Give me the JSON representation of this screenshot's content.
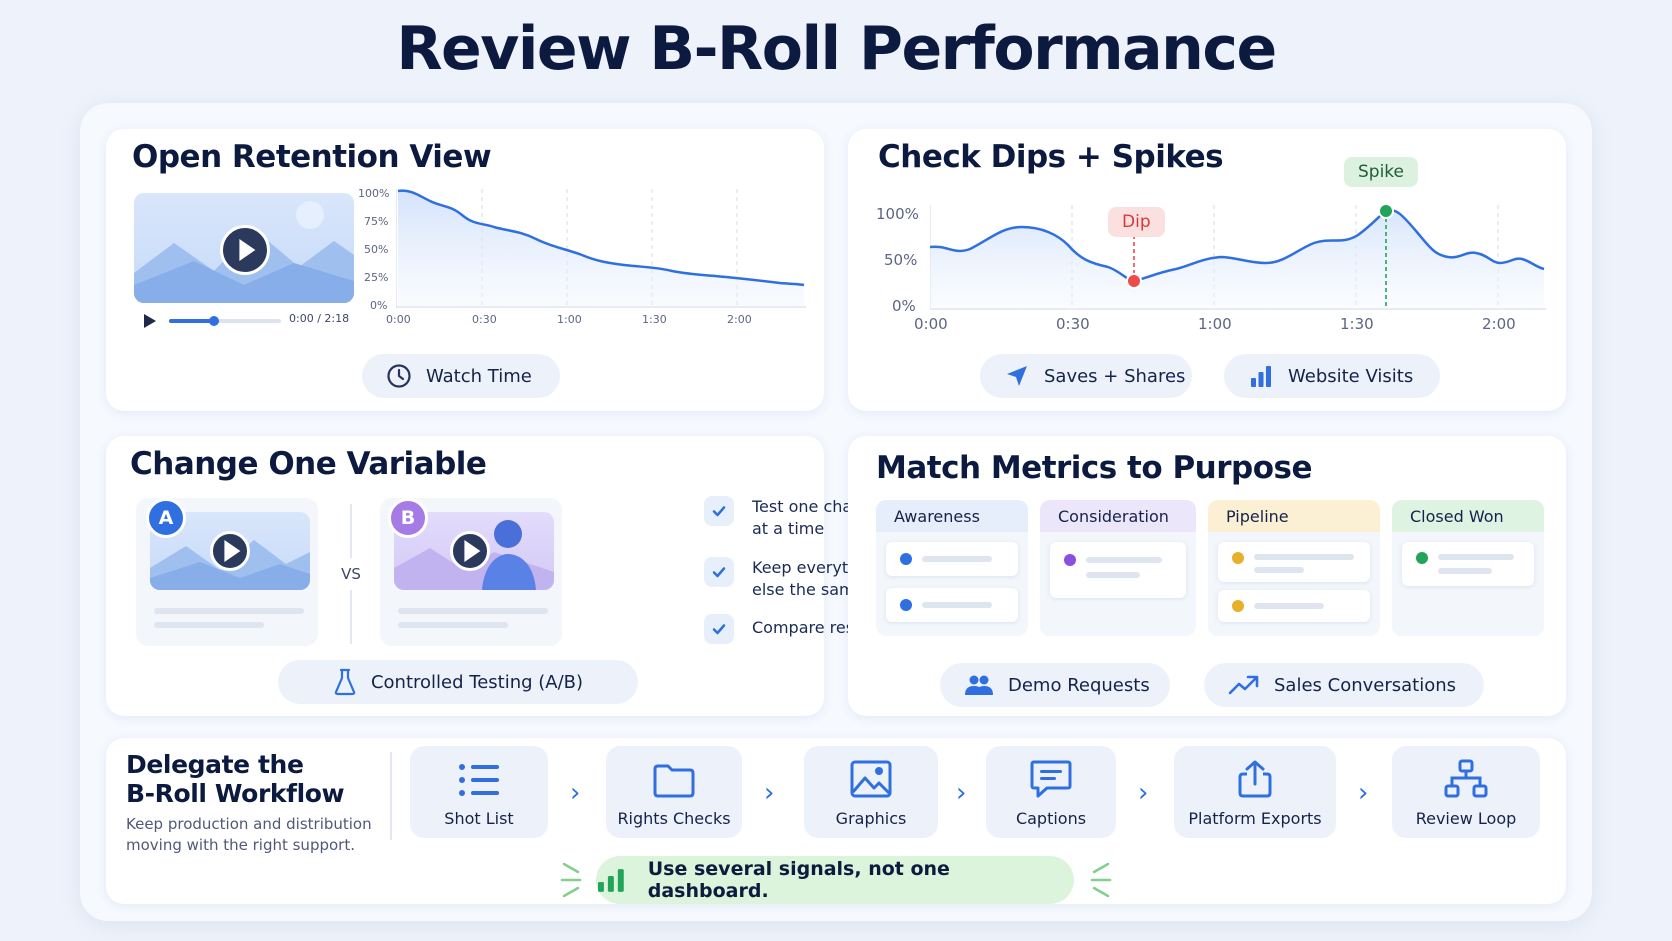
{
  "page": {
    "title": "Review B-Roll Performance"
  },
  "retention": {
    "title": "Open Retention View",
    "time_display": "0:00 / 2:18",
    "progress": 0.4,
    "y_ticks": [
      "100%",
      "75%",
      "50%",
      "25%",
      "0%"
    ],
    "x_ticks": [
      "0:00",
      "0:30",
      "1:00",
      "1:30",
      "2:00"
    ],
    "pill_label": "Watch Time"
  },
  "dips": {
    "title": "Check Dips + Spikes",
    "y_ticks": [
      "100%",
      "50%",
      "0%"
    ],
    "x_ticks": [
      "0:00",
      "0:30",
      "1:00",
      "1:30",
      "2:00"
    ],
    "dip_label": "Dip",
    "spike_label": "Spike",
    "pill_saves": "Saves + Shares",
    "pill_visits": "Website Visits",
    "colors": {
      "dip": "#ef4a4a",
      "spike": "#22a45a"
    }
  },
  "variable": {
    "title": "Change One Variable",
    "badge_a": "A",
    "badge_b": "B",
    "vs": "VS",
    "checklist": [
      {
        "text": "Test one change at a time"
      },
      {
        "text": "Keep everything else the same"
      },
      {
        "text": "Compare results"
      }
    ],
    "pill_label": "Controlled Testing (A/B)"
  },
  "metrics": {
    "title": "Match Metrics to Purpose",
    "columns": [
      {
        "label": "Awareness",
        "color": "#2f6fe0",
        "head_bg": "#e6eefb"
      },
      {
        "label": "Consideration",
        "color": "#8b4fe0",
        "head_bg": "#ece6fb"
      },
      {
        "label": "Pipeline",
        "color": "#e8b02a",
        "head_bg": "#fbf0d4"
      },
      {
        "label": "Closed Won",
        "color": "#22a45a",
        "head_bg": "#dff3e2"
      }
    ],
    "pill_demo": "Demo Requests",
    "pill_sales": "Sales Conversations"
  },
  "delegate": {
    "title_line1": "Delegate the",
    "title_line2": "B-Roll Workflow",
    "subtitle_line1": "Keep production and distribution",
    "subtitle_line2": "moving with the right support.",
    "steps": [
      {
        "label": "Shot List",
        "icon": "list-icon"
      },
      {
        "label": "Rights Checks",
        "icon": "folder-icon"
      },
      {
        "label": "Graphics",
        "icon": "image-icon"
      },
      {
        "label": "Captions",
        "icon": "chat-icon"
      },
      {
        "label": "Platform Exports",
        "icon": "share-icon"
      },
      {
        "label": "Review Loop",
        "icon": "hierarchy-icon"
      }
    ],
    "callout": "Use several signals, not one dashboard."
  },
  "colors": {
    "accent": "#2f6fe0",
    "title": "#0c1a40"
  }
}
